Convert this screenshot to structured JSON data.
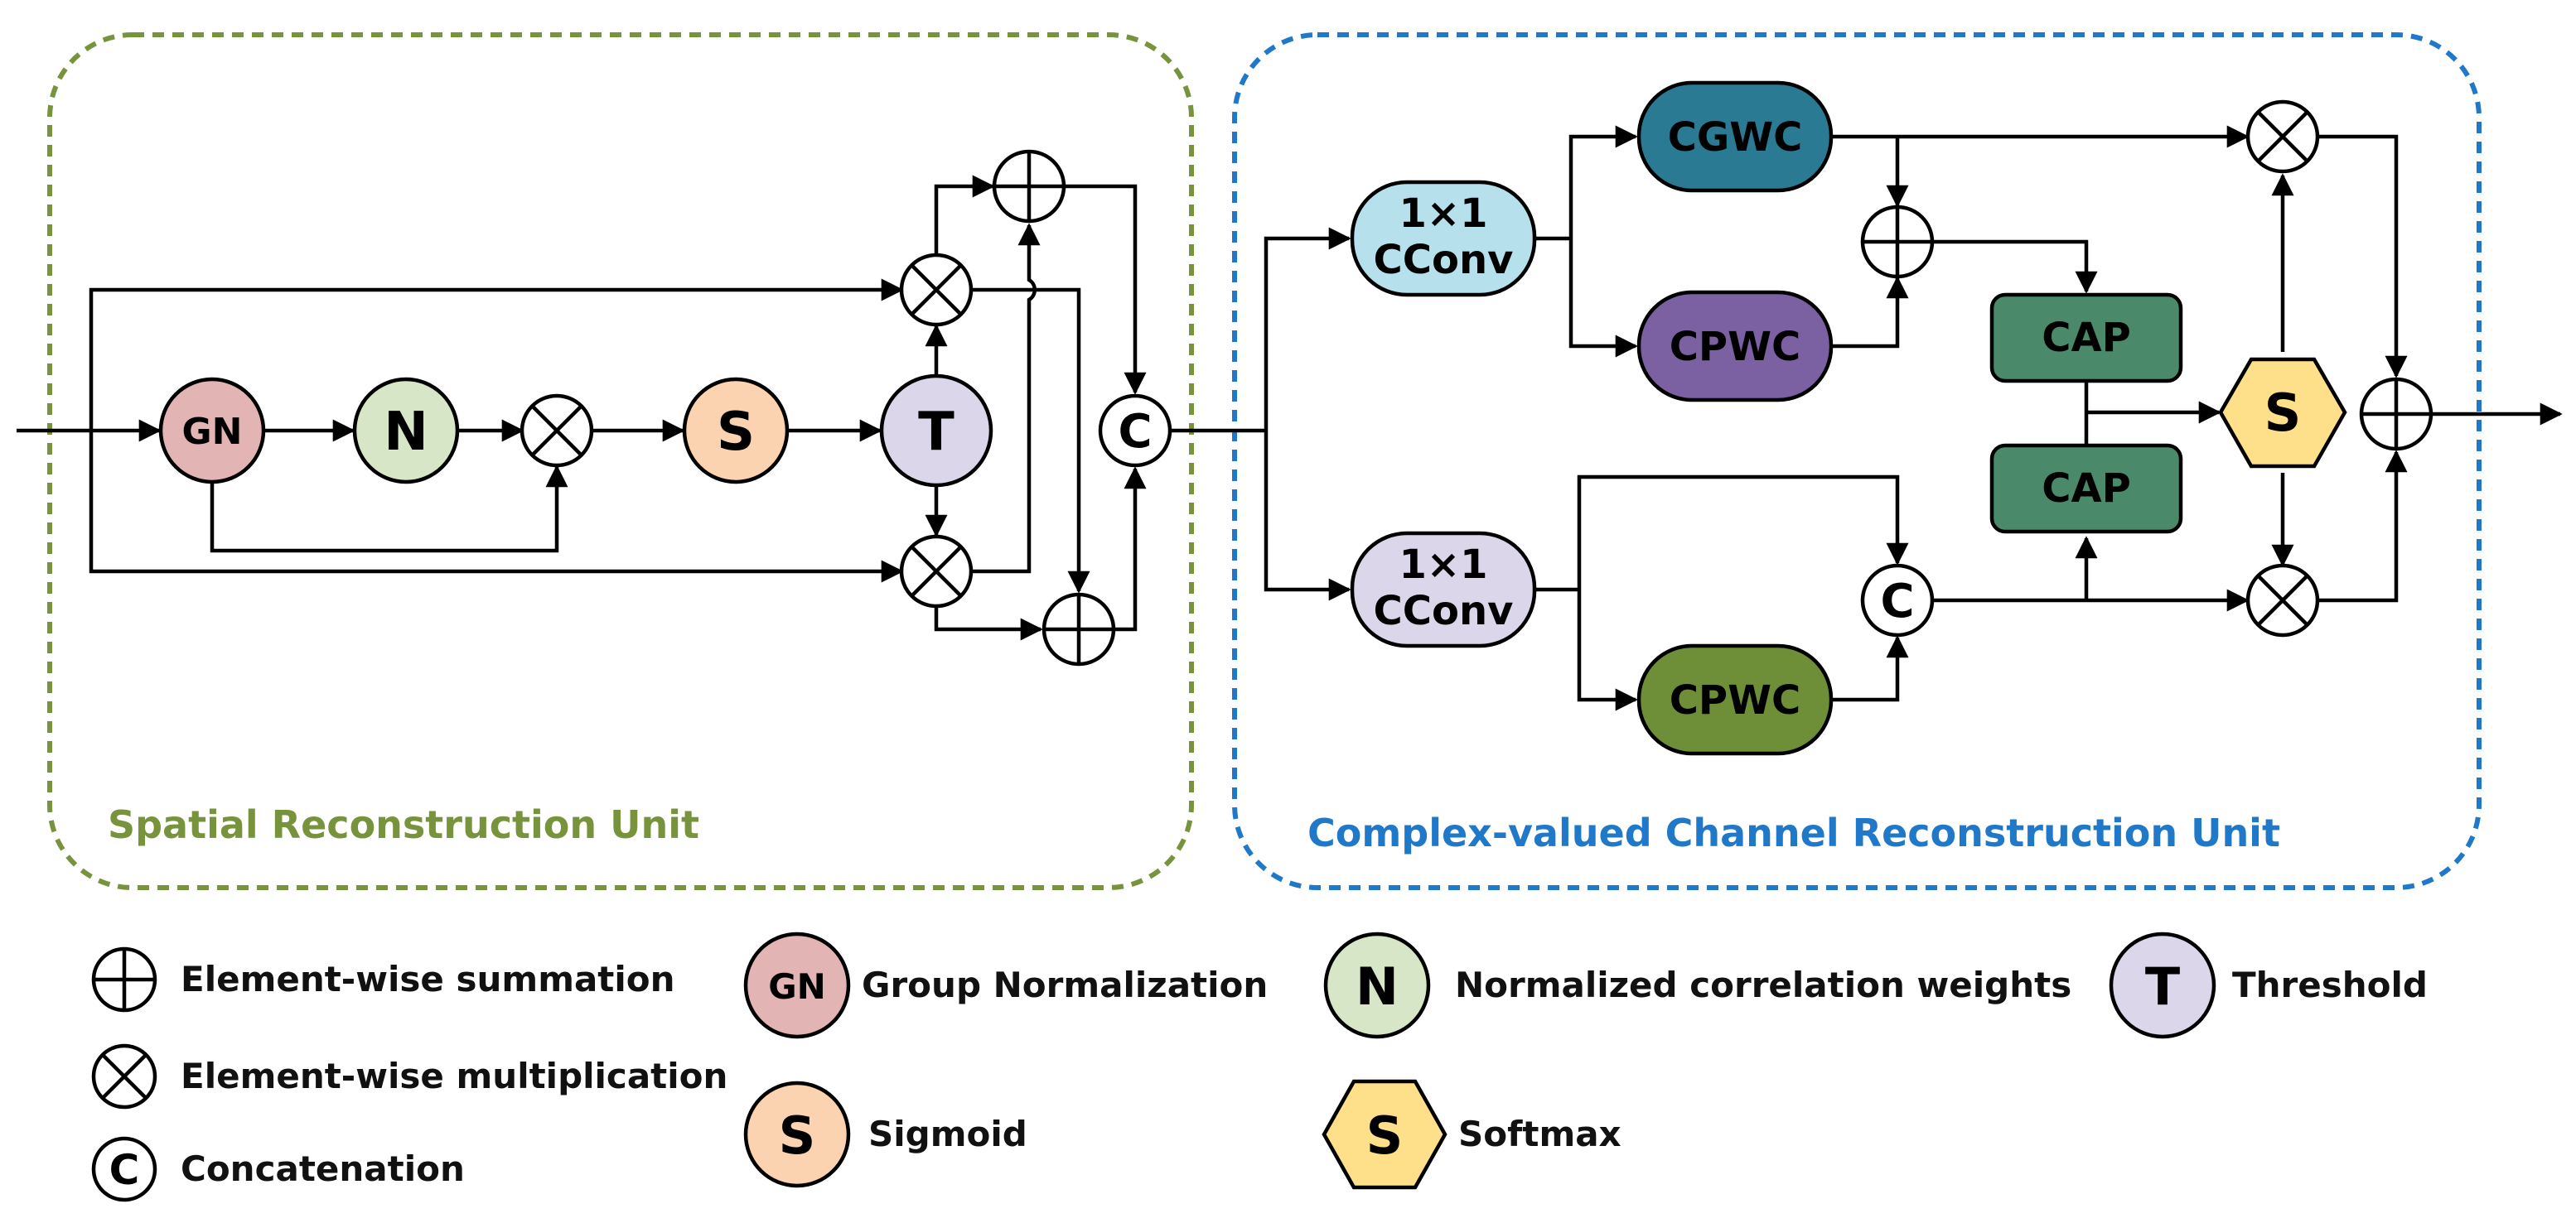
{
  "units": {
    "spatial": {
      "title": "Spatial Reconstruction Unit",
      "color": "#77933c"
    },
    "channel": {
      "title": "Complex-valued Channel Reconstruction Unit",
      "color": "#1f78c8"
    }
  },
  "nodes": {
    "gn": "GN",
    "n": "N",
    "s": "S",
    "t": "T",
    "concat": "C",
    "conv_top": [
      "1×1",
      "CConv"
    ],
    "conv_bottom": [
      "1×1",
      "CConv"
    ],
    "cgwc": "CGWC",
    "cpwc_top": "CPWC",
    "cpwc_bottom": "CPWC",
    "cap_top": "CAP",
    "cap_bottom": "CAP",
    "softmax": "S"
  },
  "colors": {
    "gn": "#e3b4b4",
    "n": "#d6e6c7",
    "s": "#fbd3b0",
    "t": "#dcd6ea",
    "conv_top": "#b6e0ec",
    "conv_bottom": "#dcd6ea",
    "cgwc": "#2b7a93",
    "cpwc_top": "#7b60a2",
    "cpwc_bottom": "#6e8f38",
    "cap": "#4a8a6a",
    "softmax": "#ffe08a"
  },
  "legend": {
    "sum": "Element-wise summation",
    "mul": "Element-wise multiplication",
    "concat": "Concatenation",
    "gn_symbol": "GN",
    "gn": "Group Normalization",
    "n_symbol": "N",
    "n": "Normalized correlation weights",
    "t_symbol": "T",
    "t": "Threshold",
    "s_symbol": "S",
    "s": "Sigmoid",
    "softmax_symbol": "S",
    "softmax": "Softmax"
  }
}
